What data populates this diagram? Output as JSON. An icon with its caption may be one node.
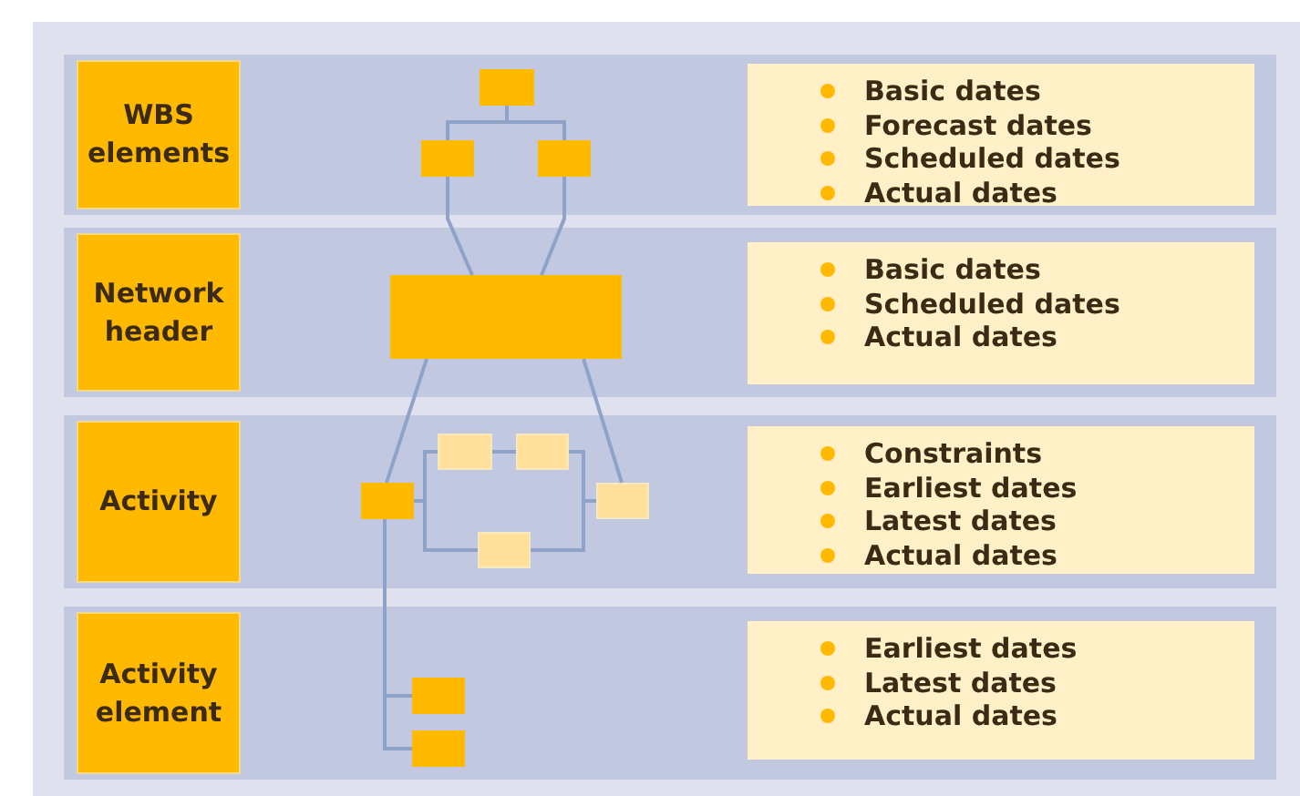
{
  "diagram": {
    "nodes": [
      {
        "text": [],
        "shape": "box"
      },
      {
        "text": [
          "WBS elements"
        ],
        "in": 0
      },
      {
        "text": [
          "Basic dates",
          "Forecast dates",
          "Scheduled dates",
          "Actual dates"
        ],
        "in": 0
      },
      {
        "text": [],
        "shape": "box",
        "in": 0
      },
      {
        "text": [],
        "shape": "box",
        "in": 0
      },
      {
        "text": [],
        "shape": "box",
        "in": 0
      },
      {
        "text": [],
        "shape": "box"
      },
      {
        "text": [
          "Network header"
        ],
        "in": 6
      },
      {
        "text": [
          "Basic dates",
          "Scheduled dates",
          "Actual dates"
        ],
        "in": 6
      },
      {
        "text": [],
        "shape": "box",
        "in": 6
      },
      {
        "text": [],
        "shape": "box"
      },
      {
        "text": [
          "Activity"
        ],
        "in": 10
      },
      {
        "text": [
          "Constraints",
          "Earliest dates",
          "Latest dates",
          "Actual dates"
        ],
        "in": 10
      },
      {
        "text": [],
        "shape": "box",
        "in": 10
      },
      {
        "text": [],
        "shape": "box",
        "in": 10
      },
      {
        "text": [],
        "shape": "box",
        "in": 10
      },
      {
        "text": [],
        "shape": "box",
        "in": 10
      },
      {
        "text": [],
        "shape": "box",
        "in": 10
      },
      {
        "text": [],
        "shape": "box"
      },
      {
        "text": [
          "Activity element"
        ],
        "in": 18
      },
      {
        "text": [
          "Earliest dates",
          "Latest dates",
          "Actual dates"
        ],
        "in": 18
      },
      {
        "text": [],
        "shape": "box",
        "in": 18
      },
      {
        "text": [],
        "shape": "box",
        "in": 18
      }
    ],
    "edges": [
      {
        "from": 3,
        "to": 4,
        "arrow": "none"
      },
      {
        "from": 3,
        "to": 5,
        "arrow": "none"
      },
      {
        "from": 4,
        "to": 9,
        "arrow": "none"
      },
      {
        "from": 5,
        "to": 9,
        "arrow": "none"
      },
      {
        "from": 9,
        "to": 13,
        "arrow": "none"
      },
      {
        "from": 9,
        "to": 17,
        "arrow": "none"
      },
      {
        "from": 13,
        "to": 14,
        "arrow": "none"
      },
      {
        "from": 14,
        "to": 15,
        "arrow": "none"
      },
      {
        "from": 15,
        "to": 17,
        "arrow": "none"
      },
      {
        "from": 13,
        "to": 16,
        "arrow": "none"
      },
      {
        "from": 16,
        "to": 17,
        "arrow": "none"
      },
      {
        "from": 13,
        "to": 21,
        "arrow": "none"
      },
      {
        "from": 13,
        "to": 22,
        "arrow": "none"
      }
    ]
  }
}
